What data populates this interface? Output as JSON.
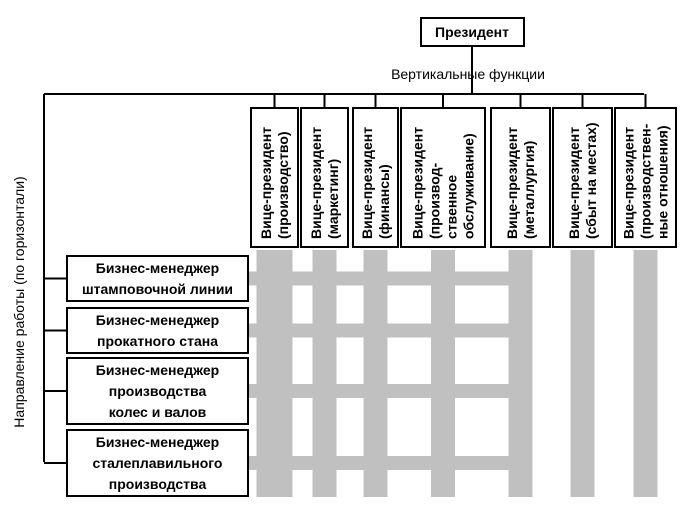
{
  "president": "Президент",
  "vertical_label": "Вертикальные функции",
  "horizontal_label": "Направление работы (по горизонтали)",
  "vice_presidents": [
    {
      "lines": [
        "Вице-президент",
        "(производство)"
      ]
    },
    {
      "lines": [
        "Вице-президент",
        "(маркетинг)"
      ]
    },
    {
      "lines": [
        "Вице-президент",
        "(финансы)"
      ]
    },
    {
      "lines": [
        "Вице-президент",
        "(производ-",
        "ственное",
        "обслуживание)"
      ]
    },
    {
      "lines": [
        "Вице-президент",
        "(металлургия)"
      ]
    },
    {
      "lines": [
        "Вице-президент",
        "(сбыт на местах)"
      ]
    },
    {
      "lines": [
        "Вице-президент",
        "(производствен-",
        "ные отношения)"
      ]
    }
  ],
  "business_managers": [
    {
      "lines": [
        "Бизнес-менеджер",
        "штамповочной линии"
      ]
    },
    {
      "lines": [
        "Бизнес-менеджер",
        "прокатного стана"
      ]
    },
    {
      "lines": [
        "Бизнес-менеджер",
        "производства",
        "колес и валов"
      ]
    },
    {
      "lines": [
        "Бизнес-менеджер",
        "сталеплавильного",
        "производства"
      ]
    }
  ]
}
